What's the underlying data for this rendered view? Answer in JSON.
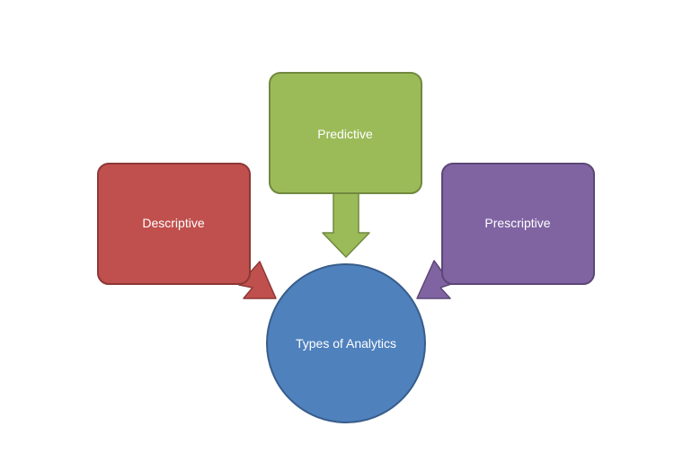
{
  "nodes": {
    "descriptive": {
      "label": "Descriptive",
      "fill": "#C0504D",
      "stroke": "#8C3836"
    },
    "predictive": {
      "label": "Predictive",
      "fill": "#9BBB59",
      "stroke": "#71893F"
    },
    "prescriptive": {
      "label": "Prescriptive",
      "fill": "#8064A2",
      "stroke": "#5C4776"
    },
    "center": {
      "label": "Types of Analytics",
      "fill": "#4F81BD",
      "stroke": "#385D8A"
    }
  },
  "arrows": [
    {
      "from": "descriptive",
      "to": "center",
      "color": "#C0504D"
    },
    {
      "from": "predictive",
      "to": "center",
      "color": "#9BBB59"
    },
    {
      "from": "prescriptive",
      "to": "center",
      "color": "#8064A2"
    }
  ]
}
